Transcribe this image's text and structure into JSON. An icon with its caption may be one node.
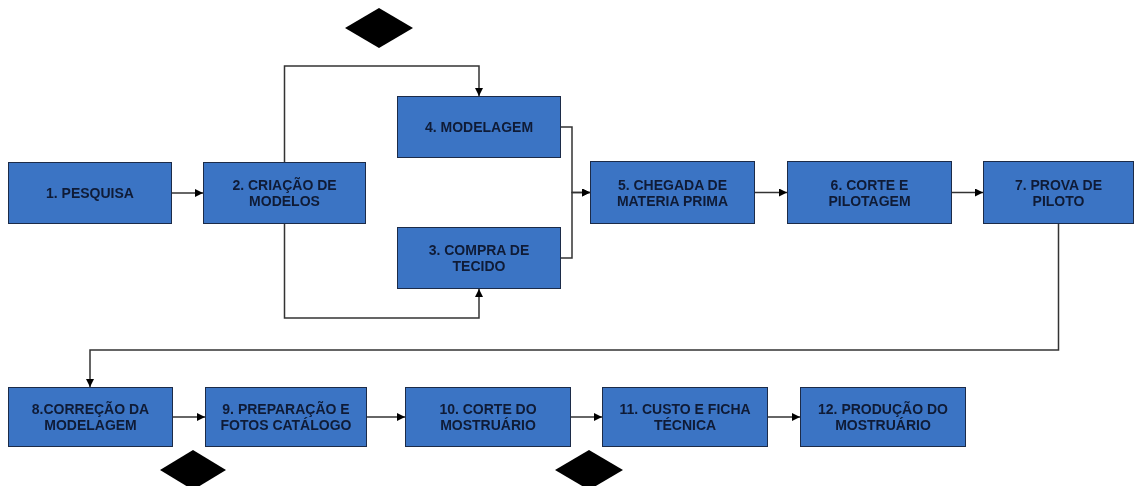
{
  "diagram": {
    "nodes": [
      {
        "text": [
          "1. PESQUISA"
        ]
      },
      {
        "text": [
          "2. CRIAÇÃO DE MODELOS"
        ]
      },
      {
        "text": [
          "4. MODELAGEM"
        ]
      },
      {
        "text": [
          "3. COMPRA DE TECIDO"
        ]
      },
      {
        "text": [
          "5. CHEGADA DE MATERIA PRIMA"
        ]
      },
      {
        "text": [
          "6. CORTE E PILOTAGEM"
        ]
      },
      {
        "text": [
          "7. PROVA DE PILOTO"
        ]
      },
      {
        "text": [
          "8.CORREÇÃO DA MODELAGEM"
        ]
      },
      {
        "text": [
          "9. PREPARAÇÃO E FOTOS CATÁLOGO"
        ]
      },
      {
        "text": [
          "10. CORTE DO MOSTRUÁRIO"
        ]
      },
      {
        "text": [
          "11. CUSTO E FICHA TÉCNICA"
        ]
      },
      {
        "text": [
          "12. PRODUÇÃO DO MOSTRUÁRIO"
        ]
      },
      {
        "text": [],
        "shape": "diamond"
      },
      {
        "text": [],
        "shape": "diamond"
      },
      {
        "text": [],
        "shape": "diamond"
      }
    ],
    "edges": [
      {
        "from": 0,
        "to": 1,
        "arrow": "to"
      },
      {
        "from": 1,
        "to": 2,
        "arrow": "to"
      },
      {
        "from": 1,
        "to": 3,
        "arrow": "to"
      },
      {
        "from": 2,
        "to": 4,
        "arrow": "to"
      },
      {
        "from": 3,
        "to": 4,
        "arrow": "to"
      },
      {
        "from": 4,
        "to": 5,
        "arrow": "to"
      },
      {
        "from": 5,
        "to": 6,
        "arrow": "to"
      },
      {
        "from": 6,
        "to": 7,
        "arrow": "to"
      },
      {
        "from": 7,
        "to": 8,
        "arrow": "to"
      },
      {
        "from": 8,
        "to": 9,
        "arrow": "to"
      },
      {
        "from": 9,
        "to": 10,
        "arrow": "to"
      },
      {
        "from": 10,
        "to": 11,
        "arrow": "to"
      }
    ]
  }
}
